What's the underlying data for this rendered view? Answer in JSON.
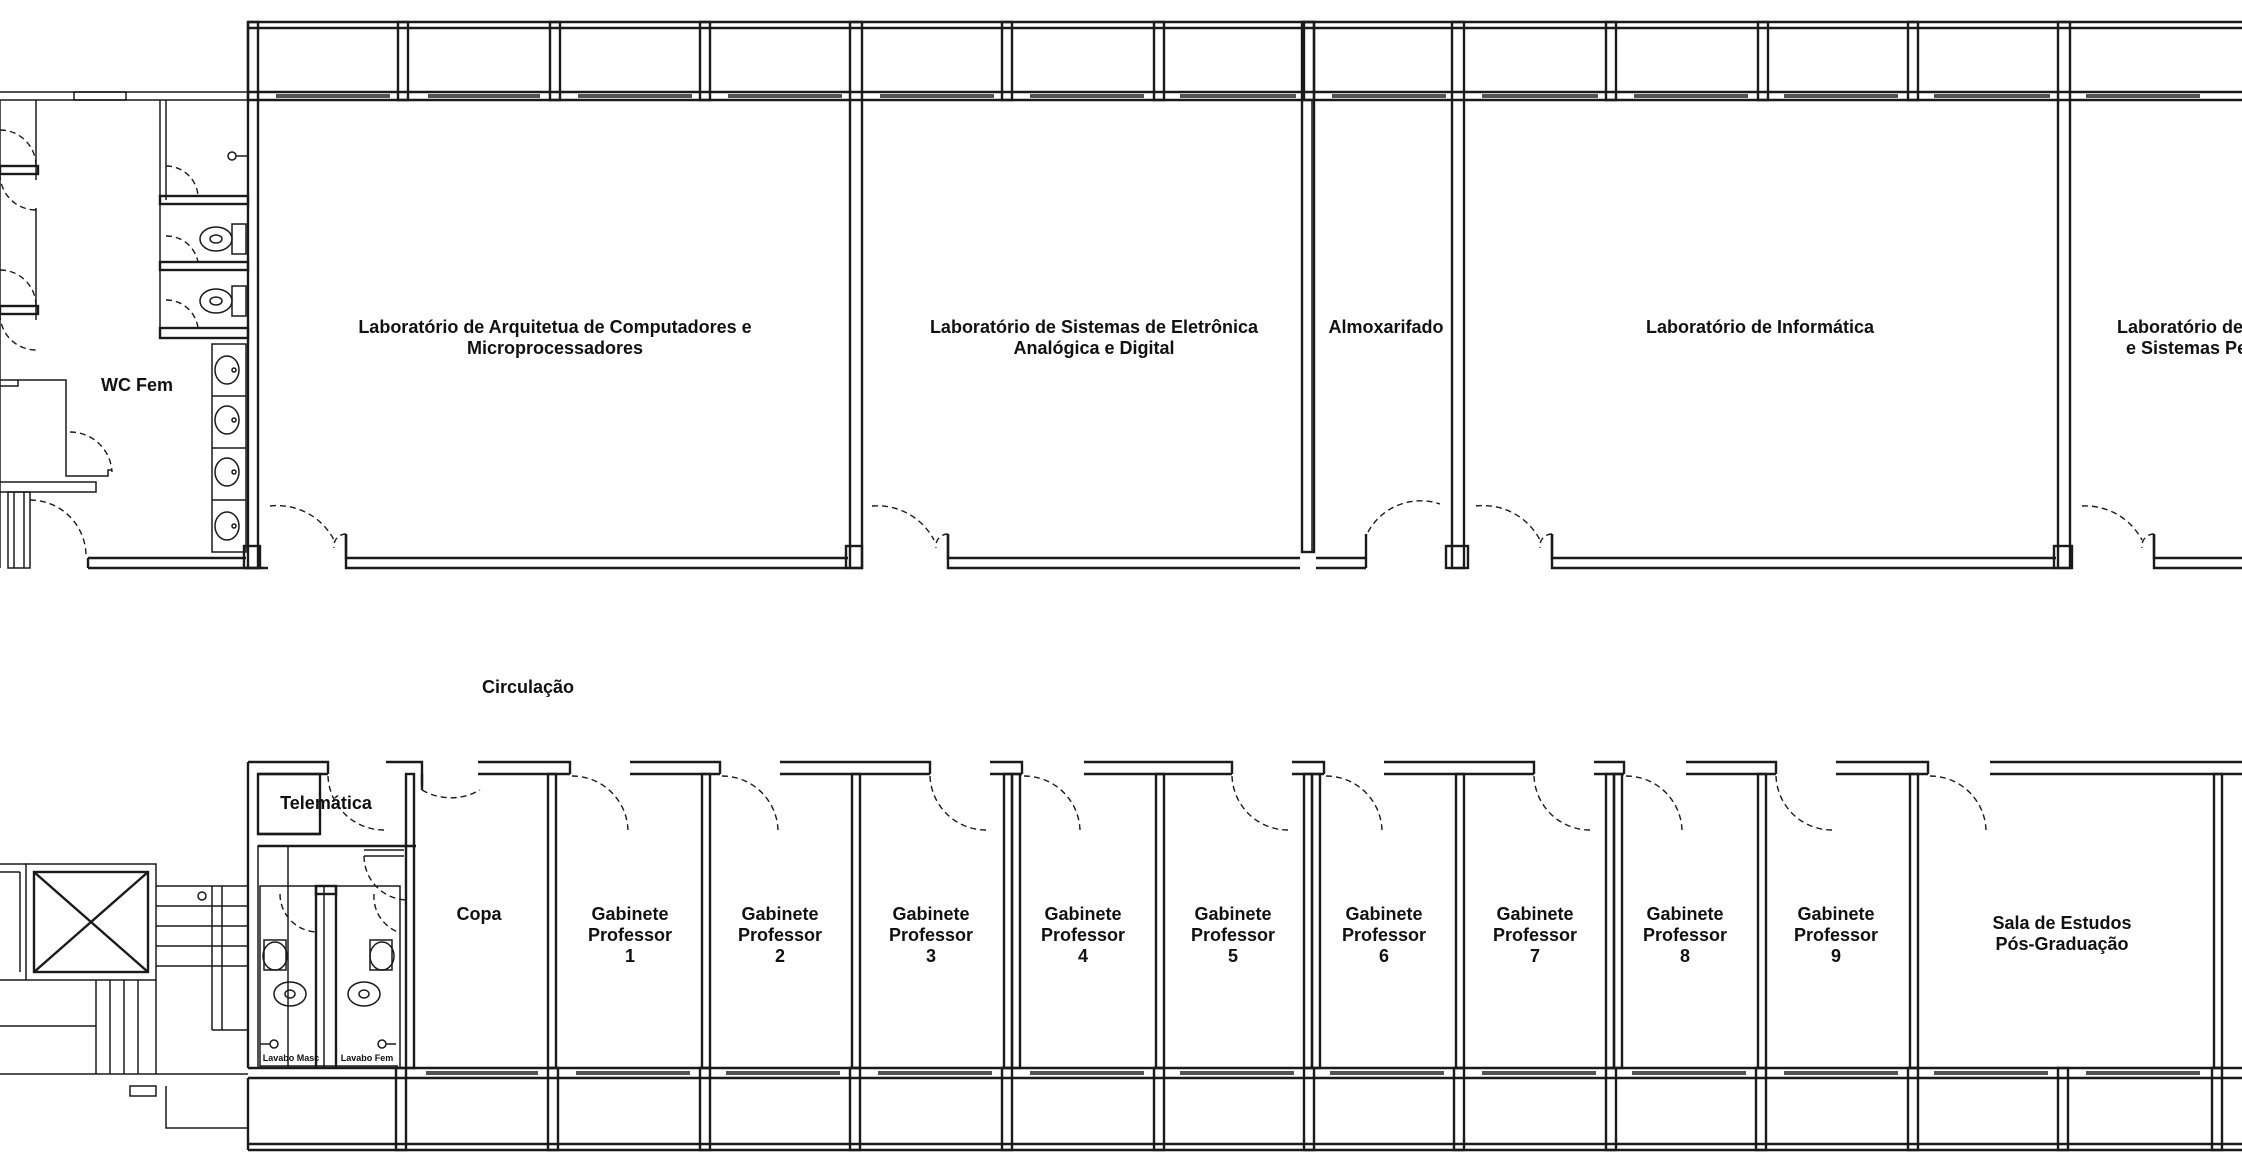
{
  "rooms": {
    "wc_fem": "WC Fem",
    "lab_arquitetura": [
      "Laboratório de Arquitetua de Computadores e",
      "Microprocessadores"
    ],
    "lab_eletronica": [
      "Laboratório de Sistemas de Eletrônica",
      "Analógica e Digital"
    ],
    "almoxarifado": "Almoxarifado",
    "lab_informatica": "Laboratório de Informática",
    "lab_partial": [
      "Laboratório de F",
      "e Sistemas Per"
    ],
    "circulacao": "Circulação",
    "telematica": "Telemática",
    "copa": "Copa",
    "lavabo_masc": "Lavabo Masc",
    "lavabo_fem": "Lavabo Fem",
    "gabinete_word1": "Gabinete",
    "gabinete_word2": "Professor",
    "gabinete_numbers": [
      "1",
      "2",
      "3",
      "4",
      "5",
      "6",
      "7",
      "8",
      "9"
    ],
    "sala_estudos": [
      "Sala de Estudos",
      "Pós-Graduação"
    ]
  }
}
